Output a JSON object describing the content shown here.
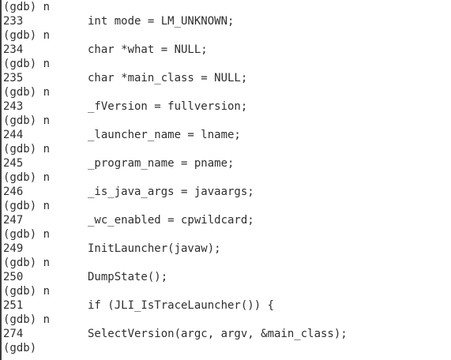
{
  "terminal": {
    "lines": [
      {
        "type": "prompt",
        "text": "(gdb) n"
      },
      {
        "type": "source",
        "lineno": "233",
        "code": "int mode = LM_UNKNOWN;"
      },
      {
        "type": "prompt",
        "text": "(gdb) n"
      },
      {
        "type": "source",
        "lineno": "234",
        "code": "char *what = NULL;"
      },
      {
        "type": "prompt",
        "text": "(gdb) n"
      },
      {
        "type": "source",
        "lineno": "235",
        "code": "char *main_class = NULL;"
      },
      {
        "type": "prompt",
        "text": "(gdb) n"
      },
      {
        "type": "source",
        "lineno": "243",
        "code": "_fVersion = fullversion;"
      },
      {
        "type": "prompt",
        "text": "(gdb) n"
      },
      {
        "type": "source",
        "lineno": "244",
        "code": "_launcher_name = lname;"
      },
      {
        "type": "prompt",
        "text": "(gdb) n"
      },
      {
        "type": "source",
        "lineno": "245",
        "code": "_program_name = pname;"
      },
      {
        "type": "prompt",
        "text": "(gdb) n"
      },
      {
        "type": "source",
        "lineno": "246",
        "code": "_is_java_args = javaargs;"
      },
      {
        "type": "prompt",
        "text": "(gdb) n"
      },
      {
        "type": "source",
        "lineno": "247",
        "code": "_wc_enabled = cpwildcard;"
      },
      {
        "type": "prompt",
        "text": "(gdb) n"
      },
      {
        "type": "source",
        "lineno": "249",
        "code": "InitLauncher(javaw);"
      },
      {
        "type": "prompt",
        "text": "(gdb) n"
      },
      {
        "type": "source",
        "lineno": "250",
        "code": "DumpState();"
      },
      {
        "type": "prompt",
        "text": "(gdb) n"
      },
      {
        "type": "source",
        "lineno": "251",
        "code": "if (JLI_IsTraceLauncher()) {"
      },
      {
        "type": "prompt",
        "text": "(gdb) n"
      },
      {
        "type": "source",
        "lineno": "274",
        "code": "SelectVersion(argc, argv, &main_class);"
      },
      {
        "type": "prompt",
        "text": "(gdb)"
      }
    ]
  }
}
